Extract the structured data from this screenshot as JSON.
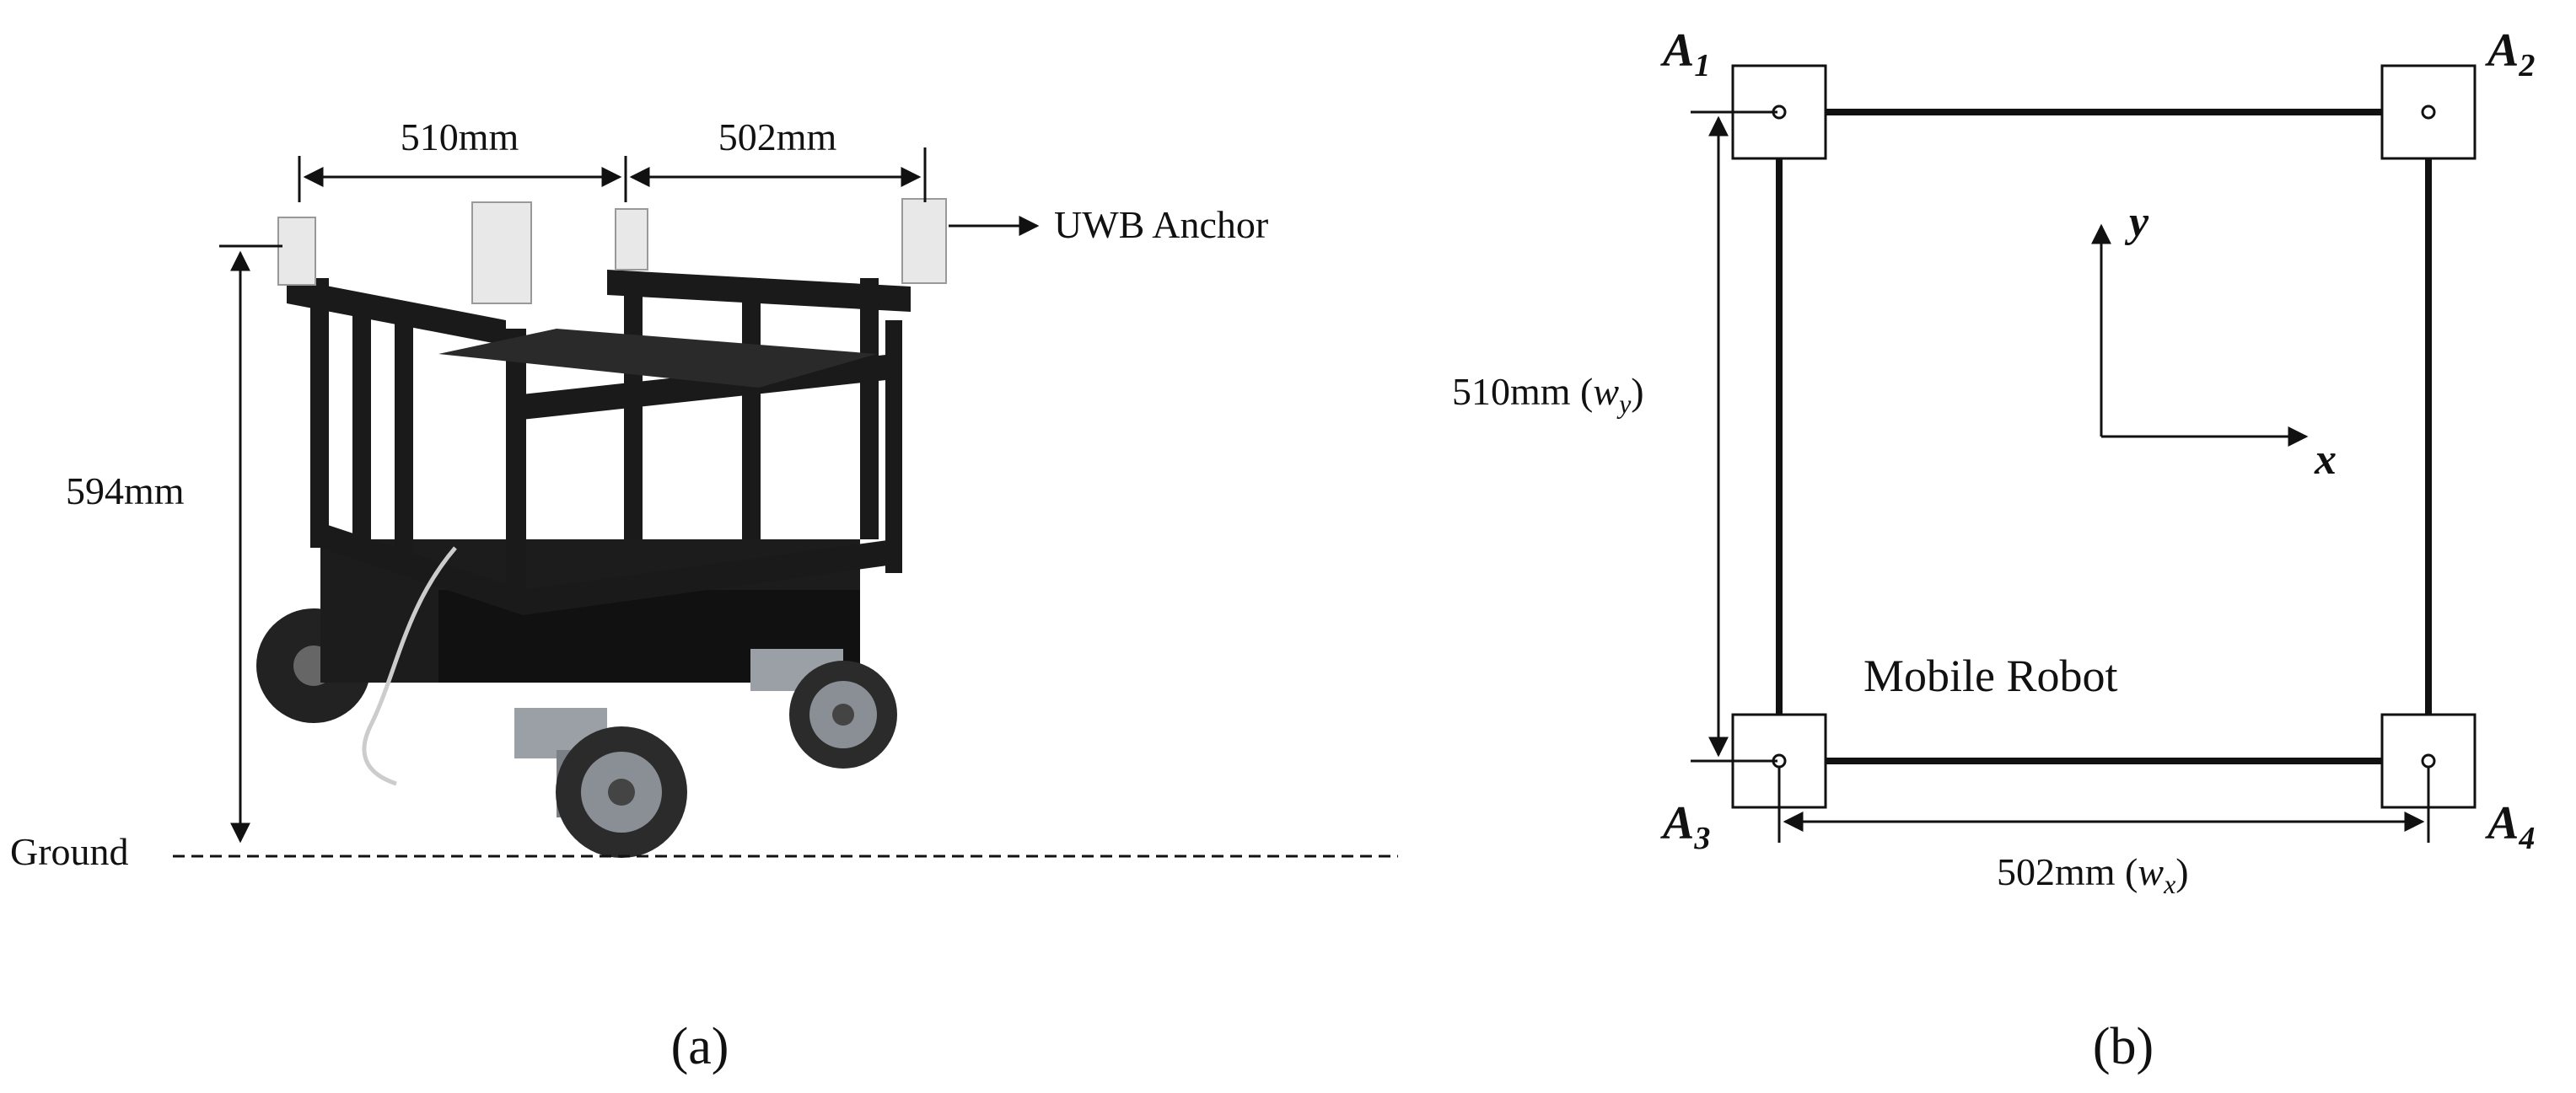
{
  "panel_a": {
    "dim_top_left": "510mm",
    "dim_top_right": "502mm",
    "dim_height": "594mm",
    "anchor_label": "UWB Anchor",
    "ground_label": "Ground",
    "caption": "(a)"
  },
  "panel_b": {
    "a1_base": "A",
    "a1_sub": "1",
    "a2_base": "A",
    "a2_sub": "2",
    "a3_base": "A",
    "a3_sub": "3",
    "a4_base": "A",
    "a4_sub": "4",
    "axis_y": "y",
    "axis_x": "x",
    "robot_label": "Mobile Robot",
    "dim_y_text": "510mm (",
    "dim_y_var": "w",
    "dim_y_sub": "y",
    "dim_y_close": ")",
    "dim_x_text": "502mm (",
    "dim_x_var": "w",
    "dim_x_sub": "x",
    "dim_x_close": ")",
    "caption": "(b)"
  },
  "colors": {
    "frame": "#1a1a1a",
    "wheel": "#2b2b2b",
    "tire_hub": "#8a8f95",
    "anchor": "#e8e8e8"
  }
}
